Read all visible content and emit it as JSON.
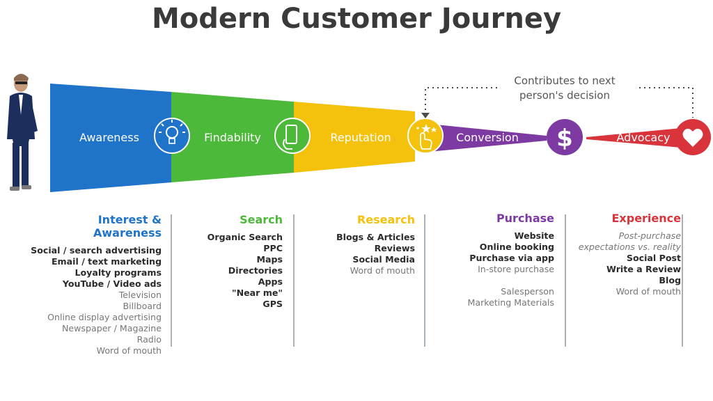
{
  "title": "Modern Customer Journey",
  "stages": [
    "Awareness",
    "Findability",
    "Reputation",
    "Conversion",
    "Advocacy"
  ],
  "colors": {
    "awareness": "#1f73c9",
    "findability": "#4db93a",
    "reputation": "#f4c20d",
    "conversion": "#7d3aa3",
    "advocacy": "#d9343b",
    "title": "#3a3a3a",
    "divider": "#a8b1b8"
  },
  "icons": [
    "lightbulb-icon",
    "phone-tap-icon",
    "star-tap-icon",
    "dollar-icon",
    "heart-icon",
    "businessman-figure"
  ],
  "note": {
    "line1": "Contributes to next",
    "line2": "person's decision"
  },
  "dollar_symbol": "$",
  "columns": [
    {
      "heading": "Interest & Awareness",
      "items": [
        {
          "text": "Social / search advertising",
          "style": "bold"
        },
        {
          "text": "Email / text marketing",
          "style": "bold"
        },
        {
          "text": "Loyalty programs",
          "style": "bold"
        },
        {
          "text": "YouTube / Video ads",
          "style": "bold"
        },
        {
          "text": "Television",
          "style": "light"
        },
        {
          "text": "Billboard",
          "style": "light"
        },
        {
          "text": "Online display advertising",
          "style": "light"
        },
        {
          "text": "Newspaper / Magazine",
          "style": "light"
        },
        {
          "text": "Radio",
          "style": "light"
        },
        {
          "text": "Word of mouth",
          "style": "light"
        }
      ]
    },
    {
      "heading": "Search",
      "items": [
        {
          "text": "Organic Search",
          "style": "bold"
        },
        {
          "text": "PPC",
          "style": "bold"
        },
        {
          "text": "Maps",
          "style": "bold"
        },
        {
          "text": "Directories",
          "style": "bold"
        },
        {
          "text": "Apps",
          "style": "bold"
        },
        {
          "text": "\"Near me\"",
          "style": "bold"
        },
        {
          "text": "GPS",
          "style": "bold"
        }
      ]
    },
    {
      "heading": "Research",
      "items": [
        {
          "text": "Blogs & Articles",
          "style": "bold"
        },
        {
          "text": "Reviews",
          "style": "bold"
        },
        {
          "text": "Social Media",
          "style": "bold"
        },
        {
          "text": "Word of mouth",
          "style": "light"
        }
      ]
    },
    {
      "heading": "Purchase",
      "items": [
        {
          "text": "Website",
          "style": "bold"
        },
        {
          "text": "Online booking",
          "style": "bold"
        },
        {
          "text": "Purchase via app",
          "style": "bold"
        },
        {
          "text": "In-store purchase",
          "style": "light"
        },
        {
          "text": "Salesperson",
          "style": "light gap"
        },
        {
          "text": "Marketing Materials",
          "style": "light"
        }
      ]
    },
    {
      "heading": "Experience",
      "items": [
        {
          "text": "Post-purchase",
          "style": "italic"
        },
        {
          "text": "expectations vs. reality",
          "style": "italic"
        },
        {
          "text": "Social Post",
          "style": "bold"
        },
        {
          "text": "Write a Review",
          "style": "bold"
        },
        {
          "text": "Blog",
          "style": "bold"
        },
        {
          "text": "Word of mouth",
          "style": "light"
        }
      ]
    }
  ]
}
